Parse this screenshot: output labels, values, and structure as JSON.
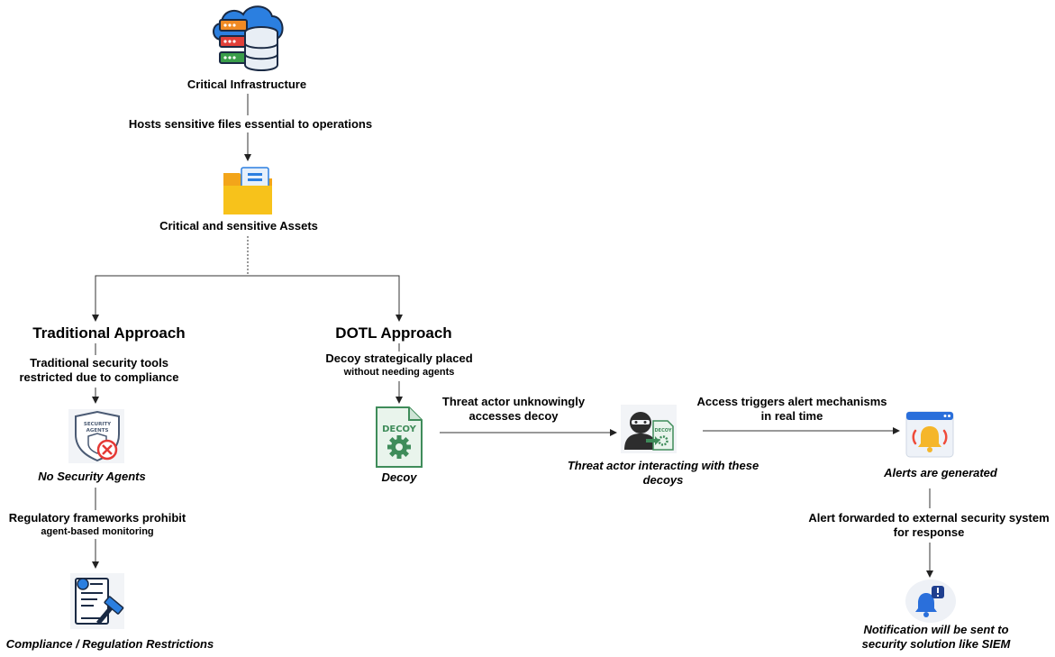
{
  "colors": {
    "cloud_blue": "#2b7fe0",
    "server_orange": "#f08a24",
    "server_red": "#e0403a",
    "server_green": "#3a9d4a",
    "folder_yellow": "#f7c21b",
    "decoy_green": "#3f8c5a",
    "alert_bell": "#f5b62a",
    "alert_ring": "#ef4b3a",
    "notification_blue": "#2a6fdb",
    "stop_red": "#e53935"
  },
  "icons": {
    "infrastructure": "cloud-server-database",
    "assets": "folder-with-document",
    "no_agents": "security-agents-shield-crossed",
    "compliance": "regulation-document-gavel",
    "decoy": "decoy-file-gear",
    "threat_actor": "hacker-with-decoy",
    "alerts": "alert-window-bell",
    "notification": "notification-bell"
  },
  "infrastructure": {
    "label": "Critical Infrastructure",
    "edge_label": "Hosts sensitive files essential to operations"
  },
  "assets": {
    "label": "Critical and sensitive  Assets"
  },
  "traditional": {
    "heading": "Traditional Approach",
    "step1_line1": "Traditional security tools",
    "step1_line2": "restricted due to compliance",
    "no_agents_label": "No Security Agents",
    "no_agents_icon_text_1": "SECURITY",
    "no_agents_icon_text_2": "AGENTS",
    "step2_line1": "Regulatory frameworks prohibit",
    "step2_line2": "agent-based monitoring",
    "compliance_label": "Compliance / Regulation Restrictions"
  },
  "dotl": {
    "heading": "DOTL Approach",
    "step1_line1": "Decoy strategically placed",
    "step1_line2": "without needing agents",
    "decoy_icon_text": "DECOY",
    "decoy_label": "Decoy",
    "edge1_line1": "Threat actor unknowingly",
    "edge1_line2": "accesses decoy",
    "actor_label_line1": "Threat actor interacting with these",
    "actor_label_line2": "decoys",
    "actor_icon_text": "DECOY",
    "edge2_line1": "Access triggers alert mechanisms",
    "edge2_line2": "in real time",
    "alerts_label": "Alerts are generated",
    "edge3_line1": "Alert forwarded to external security system",
    "edge3_line2": "for response",
    "notification_line1": "Notification will be sent to",
    "notification_line2": "security solution like SIEM"
  }
}
